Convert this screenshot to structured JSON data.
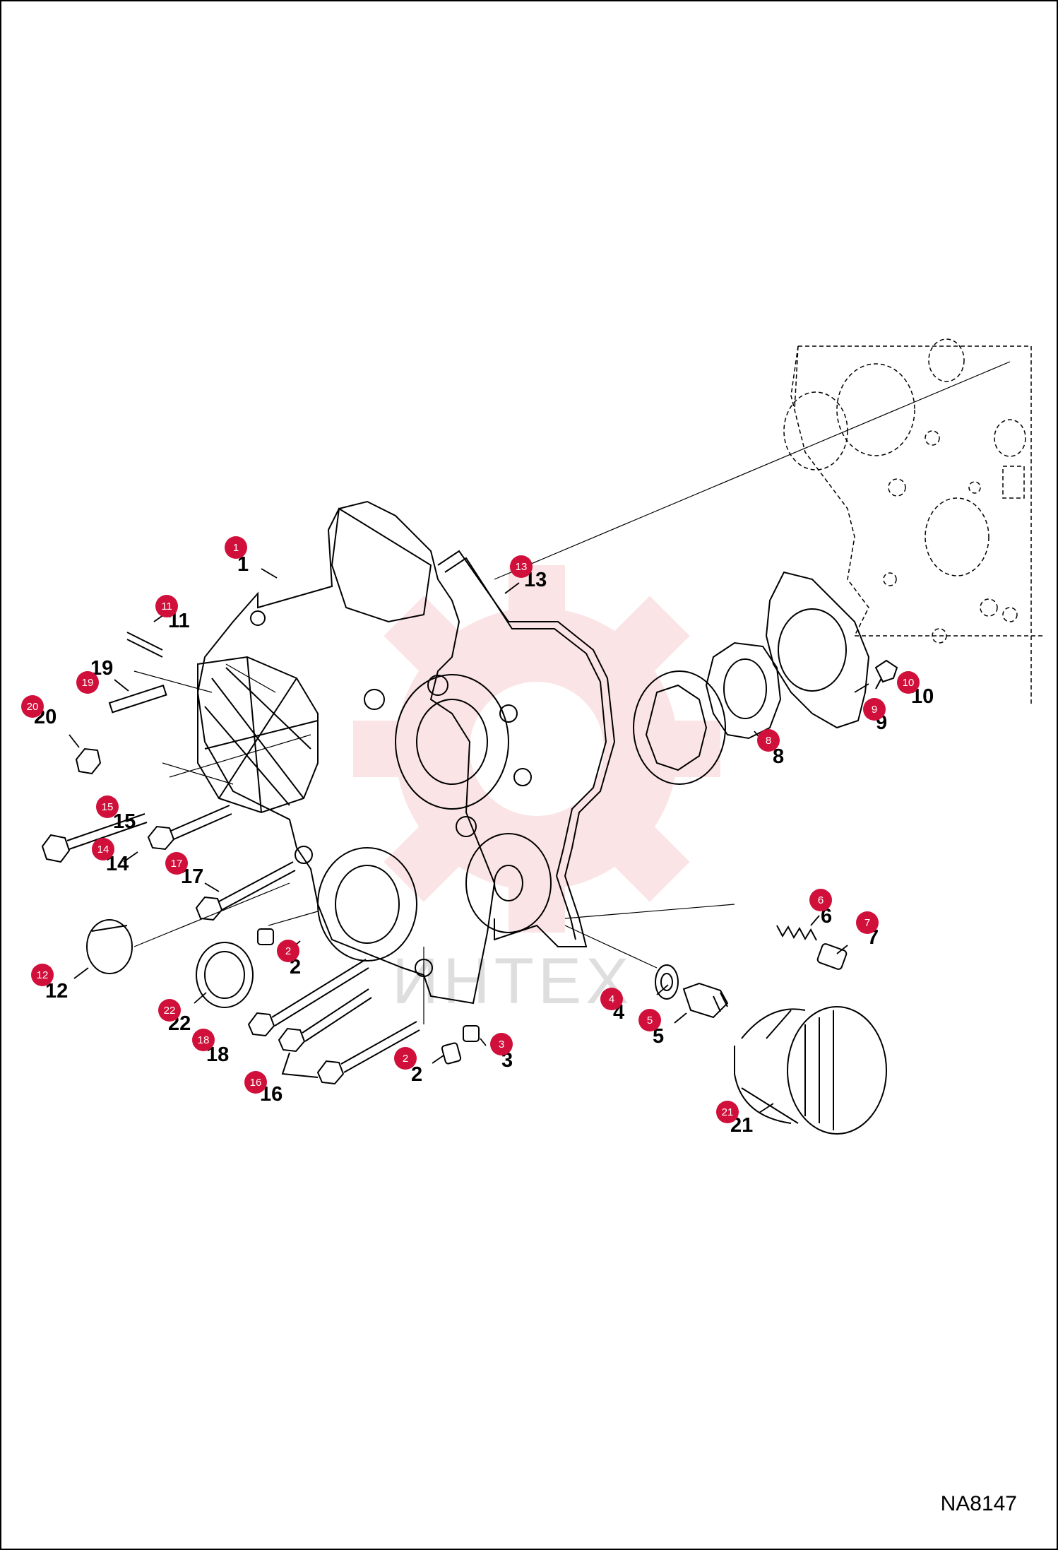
{
  "figure_id": "NA8147",
  "watermark": {
    "text": "ИНТЕХ",
    "color": "#f4b3b8"
  },
  "colors": {
    "badge": "#d0103a",
    "line": "#000000"
  },
  "callouts": [
    {
      "id": "1",
      "label": "1"
    },
    {
      "id": "2a",
      "label": "2"
    },
    {
      "id": "2b",
      "label": "2"
    },
    {
      "id": "3",
      "label": "3"
    },
    {
      "id": "4",
      "label": "4"
    },
    {
      "id": "5",
      "label": "5"
    },
    {
      "id": "6",
      "label": "6"
    },
    {
      "id": "7",
      "label": "7"
    },
    {
      "id": "8",
      "label": "8"
    },
    {
      "id": "9",
      "label": "9"
    },
    {
      "id": "10",
      "label": "10"
    },
    {
      "id": "11",
      "label": "11"
    },
    {
      "id": "12",
      "label": "12"
    },
    {
      "id": "13",
      "label": "13"
    },
    {
      "id": "14",
      "label": "14"
    },
    {
      "id": "15",
      "label": "15"
    },
    {
      "id": "16",
      "label": "16"
    },
    {
      "id": "17",
      "label": "17"
    },
    {
      "id": "18",
      "label": "18"
    },
    {
      "id": "19",
      "label": "19"
    },
    {
      "id": "20",
      "label": "20"
    },
    {
      "id": "21",
      "label": "21"
    },
    {
      "id": "22",
      "label": "22"
    }
  ]
}
